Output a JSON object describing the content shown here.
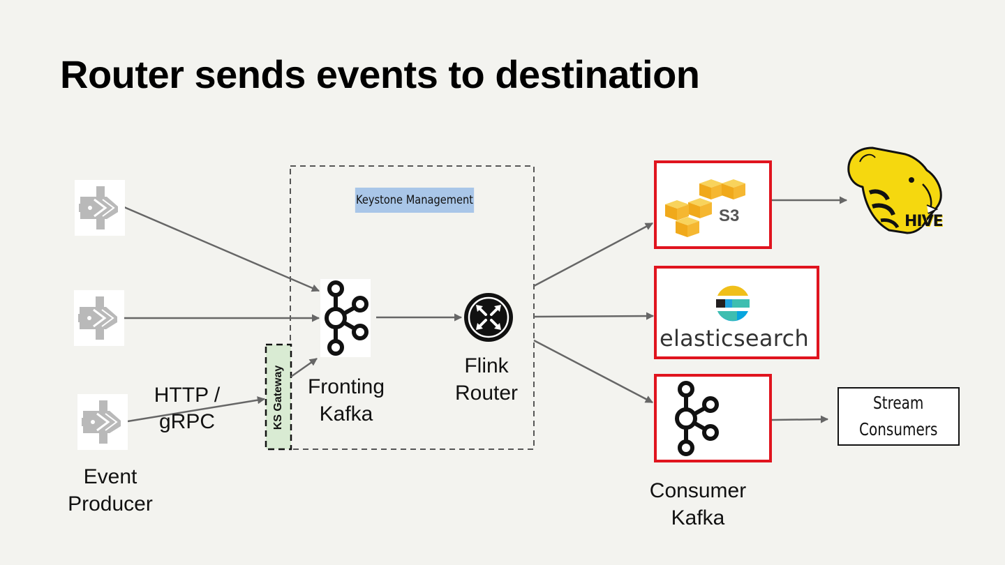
{
  "slide": {
    "title": "Router sends events to destination"
  },
  "labels": {
    "keystone_management": "Keystone Management",
    "ks_gateway": "KS Gateway",
    "http_grpc": [
      "HTTP /",
      "gRPC"
    ],
    "event_producer": [
      "Event",
      "Producer"
    ],
    "fronting_kafka": [
      "Fronting",
      "Kafka"
    ],
    "flink_router": [
      "Flink",
      "Router"
    ],
    "consumer_kafka": [
      "Consumer",
      "Kafka"
    ],
    "s3": "S3",
    "elasticsearch": "elasticsearch",
    "hive": "HIVE",
    "stream_consumers": [
      "Stream",
      "Consumers"
    ]
  },
  "icons": {
    "producer": "microservice-icon",
    "kafka": "kafka-icon",
    "router": "router-icon",
    "s3": "aws-s3-icon",
    "elasticsearch": "elasticsearch-icon",
    "hive": "hive-elephant-icon"
  },
  "colors": {
    "background": "#f3f3ef",
    "arrow": "#666666",
    "highlight_border": "#e0141e",
    "keystone_label_bg": "#a9c6e8",
    "gateway_bg": "#d9ebd3",
    "s3_orange": "#f5b731",
    "hive_yellow": "#f5d80f"
  }
}
